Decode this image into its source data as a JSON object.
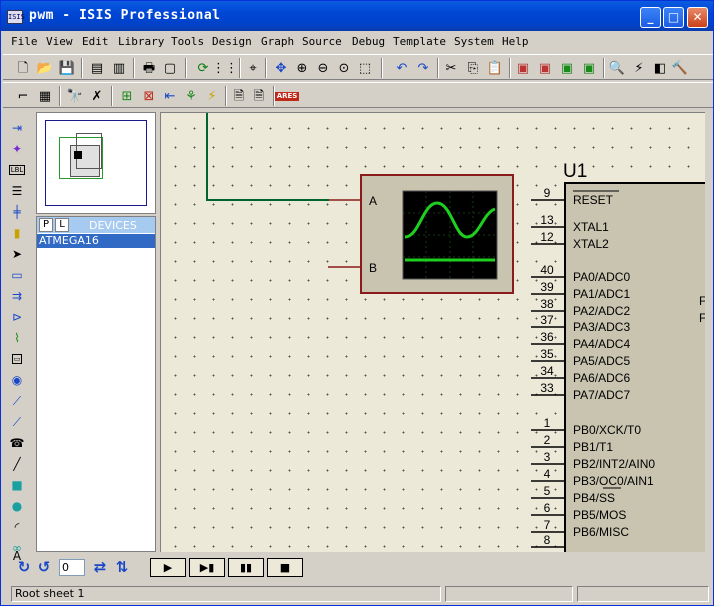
{
  "window": {
    "app_icon_text": "ISIS",
    "title": "pwm - ISIS Professional",
    "min_label": "_",
    "max_label": "□",
    "close_label": "✕"
  },
  "menu": [
    "File",
    "View",
    "Edit",
    "Library",
    "Tools",
    "Design",
    "Graph",
    "Source",
    "Debug",
    "Template",
    "System",
    "Help"
  ],
  "devices": {
    "tab_p": "P",
    "tab_l": "L",
    "title": "DEVICES",
    "items": [
      "ATMEGA16"
    ]
  },
  "schematic": {
    "oscilloscope": {
      "pin_a": "A",
      "pin_b": "B"
    },
    "chip": {
      "ref": "U1",
      "pins": [
        {
          "num": "9",
          "name": "RESET"
        },
        {
          "num": "13",
          "name": "XTAL1"
        },
        {
          "num": "12",
          "name": "XTAL2"
        },
        {
          "num": "40",
          "name": "PA0/ADC0"
        },
        {
          "num": "39",
          "name": "PA1/ADC1"
        },
        {
          "num": "38",
          "name": "PA2/ADC2"
        },
        {
          "num": "37",
          "name": "PA3/ADC3"
        },
        {
          "num": "36",
          "name": "PA4/ADC4"
        },
        {
          "num": "35",
          "name": "PA5/ADC5"
        },
        {
          "num": "34",
          "name": "PA6/ADC6"
        },
        {
          "num": "33",
          "name": "PA7/ADC7"
        },
        {
          "num": "1",
          "name": "PB0/XCK/T0"
        },
        {
          "num": "2",
          "name": "PB1/T1"
        },
        {
          "num": "3",
          "name": "PB2/INT2/AIN0"
        },
        {
          "num": "4",
          "name": "PB3/OC0/AIN1"
        },
        {
          "num": "5",
          "name": "PB4/SS"
        },
        {
          "num": "6",
          "name": "PB5/MOS"
        },
        {
          "num": "7",
          "name": "PB6/MISC"
        },
        {
          "num": "8",
          "name": ""
        }
      ],
      "right_edge_letters": [
        "F",
        "F"
      ]
    }
  },
  "controls": {
    "rotation_angle": "0"
  },
  "status": {
    "sheet": "Root sheet 1"
  },
  "colors": {
    "wire": "#00642f",
    "component_border": "#8b1a1a",
    "component_fill": "#c8c4b0",
    "scope_screen": "#000000",
    "scope_trace": "#1fcf1f"
  }
}
